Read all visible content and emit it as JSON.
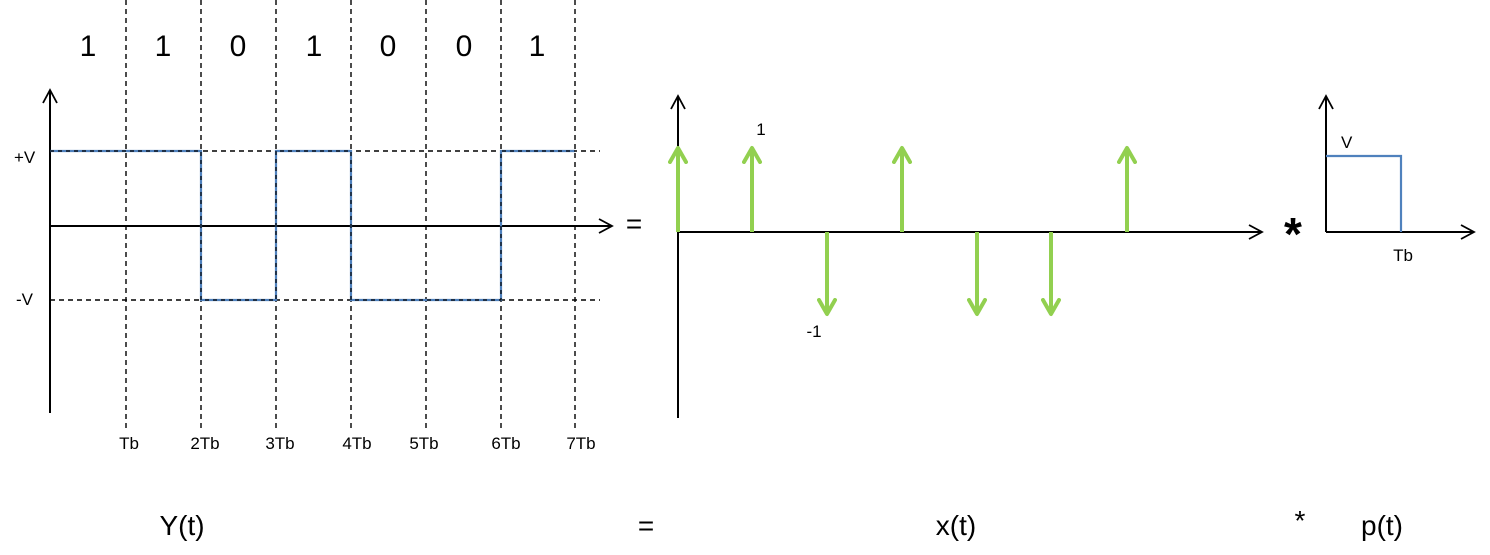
{
  "bits": [
    "1",
    "1",
    "0",
    "1",
    "0",
    "0",
    "1"
  ],
  "y_labels": {
    "plus_v": "+V",
    "minus_v": "-V"
  },
  "tick_labels": [
    "Tb",
    "2Tb",
    "3Tb",
    "4Tb",
    "5Tb",
    "6Tb",
    "7Tb"
  ],
  "impulse_labels": {
    "pos": "1",
    "neg": "-1"
  },
  "pulse_labels": {
    "amp": "V",
    "width": "Tb"
  },
  "operators": {
    "equals": "=",
    "convolve": "*"
  },
  "caption": {
    "left": "Y(t)",
    "equals": "=",
    "middle": "x(t)",
    "star": "*",
    "right": "p(t)"
  },
  "colors": {
    "wave": "#4f81bd",
    "impulse": "#92d050",
    "axis": "#000000"
  }
}
